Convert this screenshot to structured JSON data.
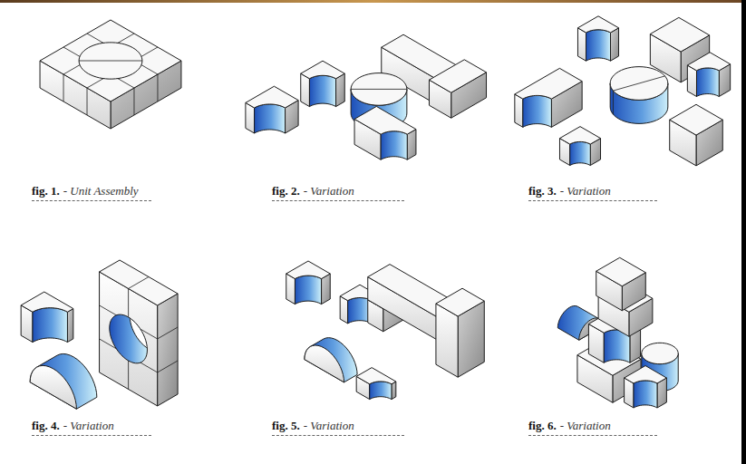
{
  "diagram": {
    "labels": [
      "fig. 1.",
      "- Unit Assembly",
      "fig. 2.",
      "- Variation",
      "fig. 3.",
      "- Variation",
      "fig. 4.",
      "- Variation",
      "fig. 5.",
      "- Variation",
      "fig. 6.",
      "- Variation"
    ]
  }
}
